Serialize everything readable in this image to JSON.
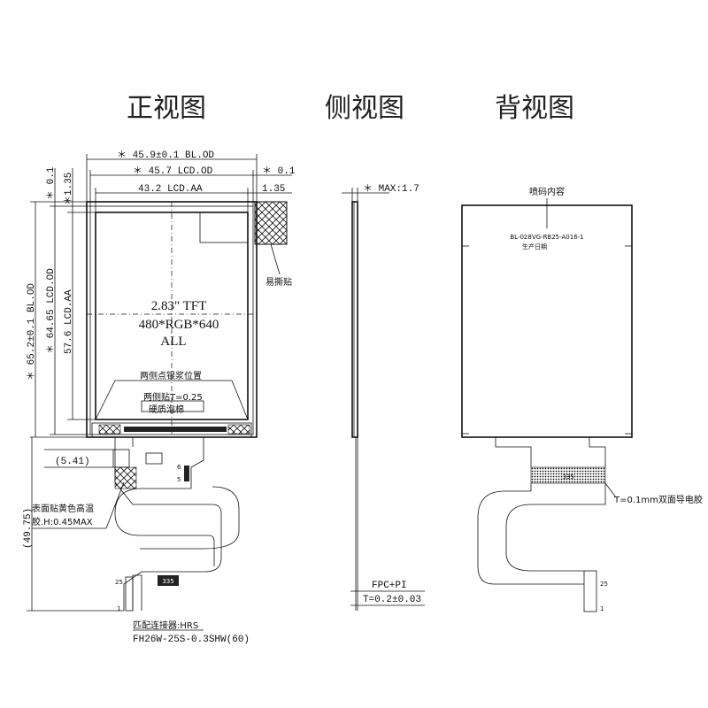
{
  "titles": {
    "front": "正视图",
    "side": "侧视图",
    "back": "背视图"
  },
  "front": {
    "dim_bl_od_w": "＊ 45.9±0.1 BL.OD",
    "dim_lcd_od_w": "＊ 45.7 LCD.OD",
    "dim_lcd_aa_w": "43.2 LCD.AA",
    "dim_tol_01": "＊ 0.1",
    "dim_135_right": "1.35",
    "dim_v_01": "＊ 0.1",
    "dim_v_135": "＊1.35",
    "dim_bl_od_h": "＊ 65.2±0.1 BL.OD",
    "dim_lcd_od_h": "＊ 64.65 LCD.OD",
    "dim_lcd_aa_h": "57.6 LCD.AA",
    "center_line1": "2.83\" TFT",
    "center_line2": "480*RGB*640",
    "center_line3": "ALL",
    "peel_label": "易撕贴",
    "silver_paste": "两侧点银浆位置",
    "tape": "两侧贴T=0.25",
    "foam": "硬质泡棉",
    "dim_541": "(5.41)",
    "dim_4975": "(49.75)",
    "kapton_line1": "表面贴黄色高温",
    "kapton_line2": "胶.H:0.45MAX",
    "connector_line1": "匹配连接器:HRS",
    "connector_line2": "FH26W-25S-0.3SHW(60)",
    "pin_25": "25",
    "pin_1": "1",
    "chip_mark": "335"
  },
  "side": {
    "max_thick": "＊ MAX:1.7",
    "fpc_line1": "FPC+PI",
    "fpc_line2": "T=0.2±0.03"
  },
  "back": {
    "print_content": "喷码内容",
    "code_line1": "BL-028VG-RB25-A016-1",
    "code_line2": "生产日期",
    "tape_label": "T=0.1mm双面导电胶",
    "chip_mark": "335",
    "pin_25": "25",
    "pin_1": "1"
  }
}
